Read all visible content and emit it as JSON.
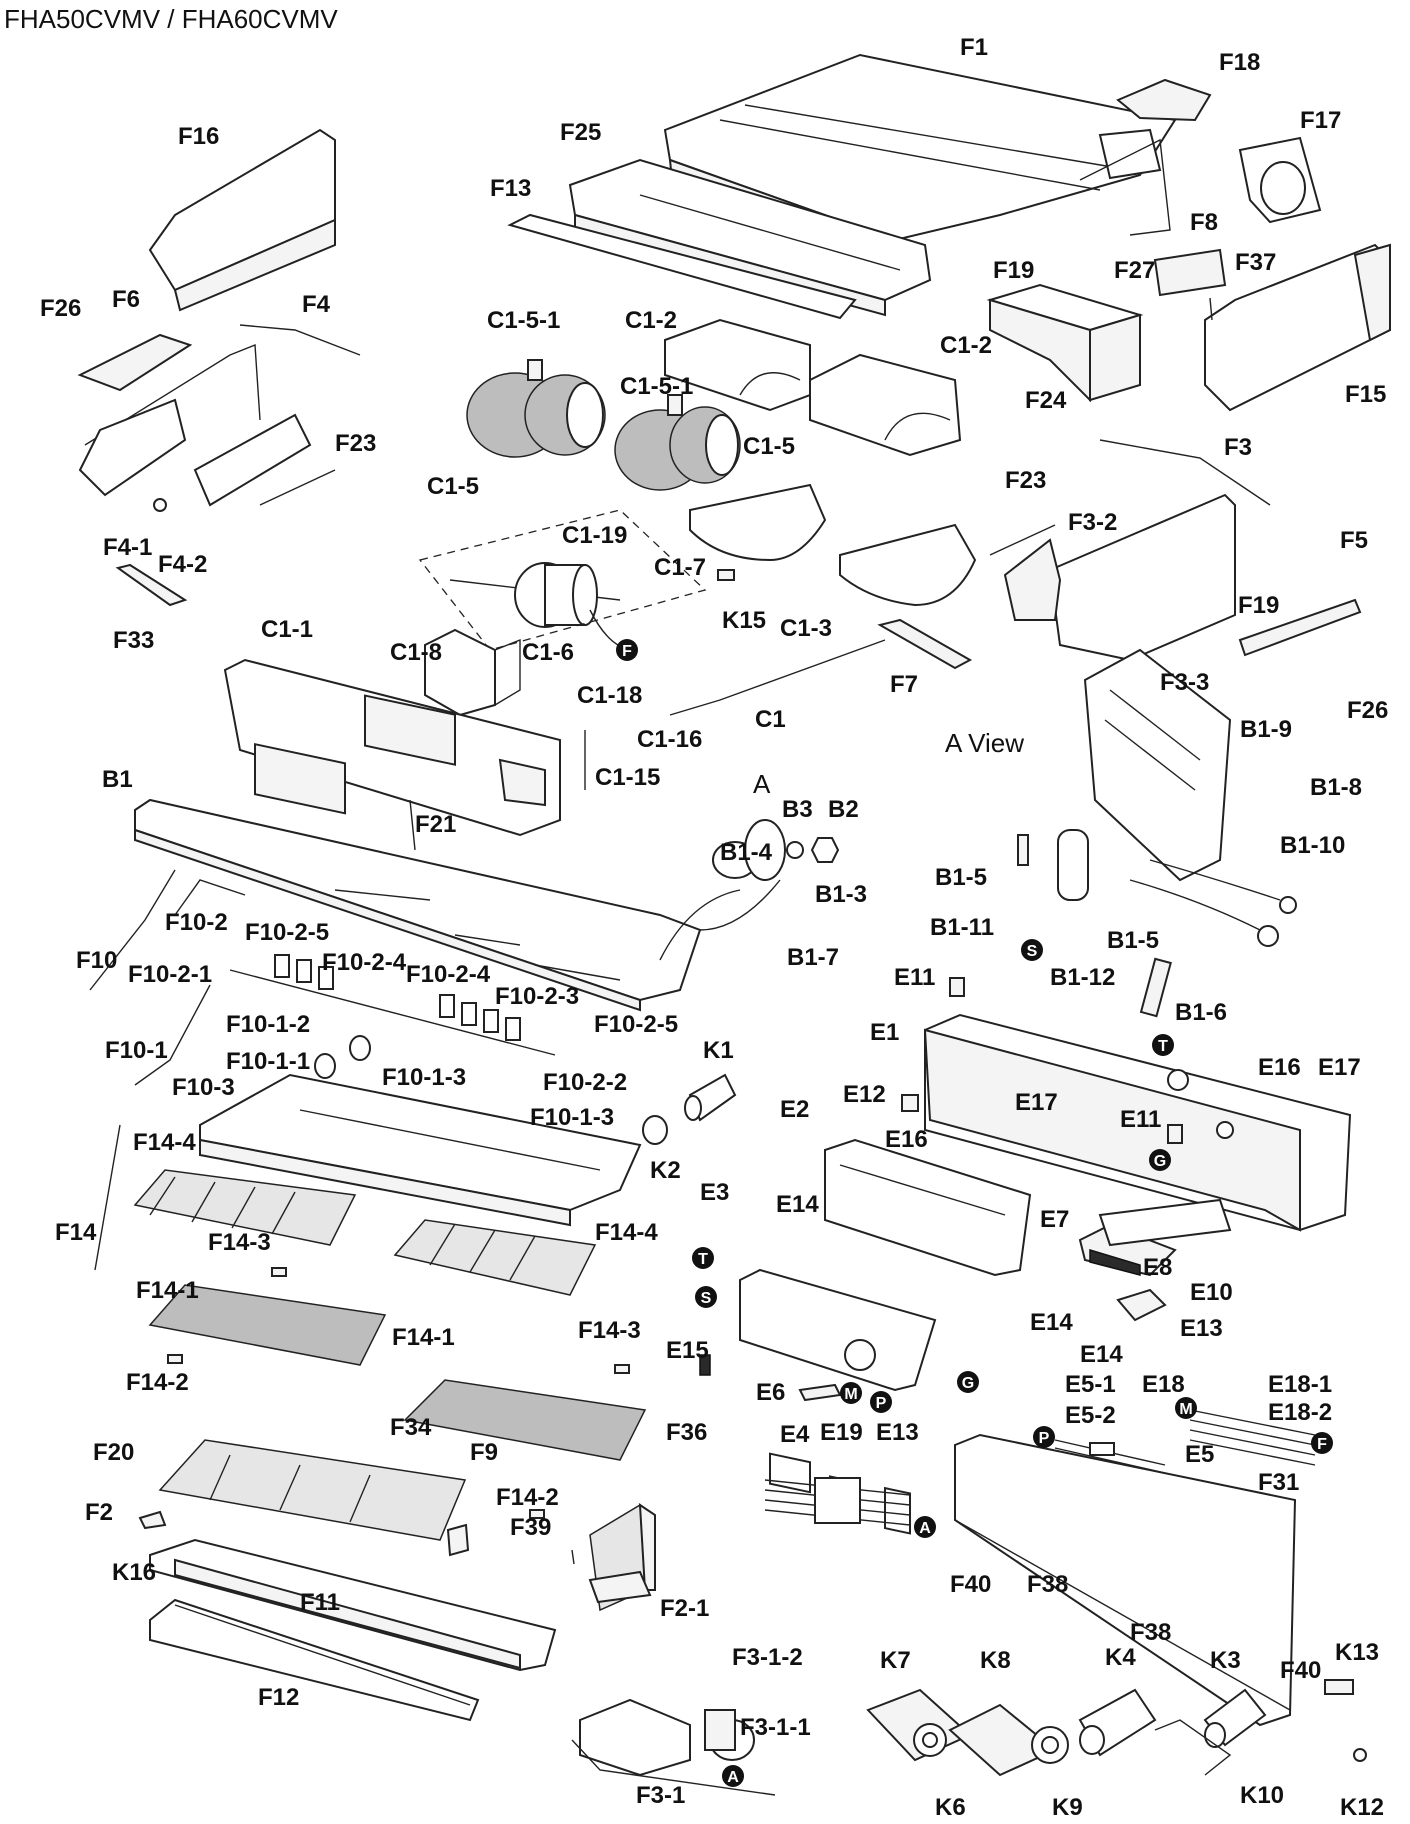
{
  "title": "FHA50CVMV / FHA60CVMV",
  "view_label": "A View",
  "arrow_label": "A",
  "parts": {
    "F1": "F1",
    "F2": "F2",
    "F2_1": "F2-1",
    "F3": "F3",
    "F3_1": "F3-1",
    "F3_1_1": "F3-1-1",
    "F3_1_2": "F3-1-2",
    "F3_2": "F3-2",
    "F3_3": "F3-3",
    "F4": "F4",
    "F4_1": "F4-1",
    "F4_2": "F4-2",
    "F5": "F5",
    "F6": "F6",
    "F7": "F7",
    "F8": "F8",
    "F9": "F9",
    "F10": "F10",
    "F10_1": "F10-1",
    "F10_1_1": "F10-1-1",
    "F10_1_2": "F10-1-2",
    "F10_1_3": "F10-1-3",
    "F10_2": "F10-2",
    "F10_2_1": "F10-2-1",
    "F10_2_2": "F10-2-2",
    "F10_2_3": "F10-2-3",
    "F10_2_4": "F10-2-4",
    "F10_2_5": "F10-2-5",
    "F10_3": "F10-3",
    "F11": "F11",
    "F12": "F12",
    "F13": "F13",
    "F14": "F14",
    "F14_1": "F14-1",
    "F14_2": "F14-2",
    "F14_3": "F14-3",
    "F14_4": "F14-4",
    "F15": "F15",
    "F16": "F16",
    "F17": "F17",
    "F18": "F18",
    "F19": "F19",
    "F20": "F20",
    "F21": "F21",
    "F23": "F23",
    "F24": "F24",
    "F25": "F25",
    "F26": "F26",
    "F27": "F27",
    "F31": "F31",
    "F33": "F33",
    "F34": "F34",
    "F36": "F36",
    "F37": "F37",
    "F38": "F38",
    "F39": "F39",
    "F40": "F40",
    "C1": "C1",
    "C1_1": "C1-1",
    "C1_2": "C1-2",
    "C1_3": "C1-3",
    "C1_5": "C1-5",
    "C1_5_1": "C1-5-1",
    "C1_6": "C1-6",
    "C1_7": "C1-7",
    "C1_8": "C1-8",
    "C1_15": "C1-15",
    "C1_16": "C1-16",
    "C1_18": "C1-18",
    "C1_19": "C1-19",
    "B1": "B1",
    "B1_3": "B1-3",
    "B1_4": "B1-4",
    "B1_5": "B1-5",
    "B1_6": "B1-6",
    "B1_7": "B1-7",
    "B1_8": "B1-8",
    "B1_9": "B1-9",
    "B1_10": "B1-10",
    "B1_11": "B1-11",
    "B1_12": "B1-12",
    "B2": "B2",
    "B3": "B3",
    "E1": "E1",
    "E2": "E2",
    "E3": "E3",
    "E4": "E4",
    "E5": "E5",
    "E5_1": "E5-1",
    "E5_2": "E5-2",
    "E6": "E6",
    "E7": "E7",
    "E8": "E8",
    "E10": "E10",
    "E11": "E11",
    "E12": "E12",
    "E13": "E13",
    "E14": "E14",
    "E15": "E15",
    "E16": "E16",
    "E17": "E17",
    "E18": "E18",
    "E18_1": "E18-1",
    "E18_2": "E18-2",
    "E19": "E19",
    "K1": "K1",
    "K2": "K2",
    "K3": "K3",
    "K4": "K4",
    "K6": "K6",
    "K7": "K7",
    "K8": "K8",
    "K9": "K9",
    "K10": "K10",
    "K12": "K12",
    "K13": "K13",
    "K15": "K15",
    "K16": "K16"
  },
  "connectors": {
    "A": "A",
    "F": "F",
    "G": "G",
    "M": "M",
    "P": "P",
    "S": "S",
    "T": "T"
  }
}
